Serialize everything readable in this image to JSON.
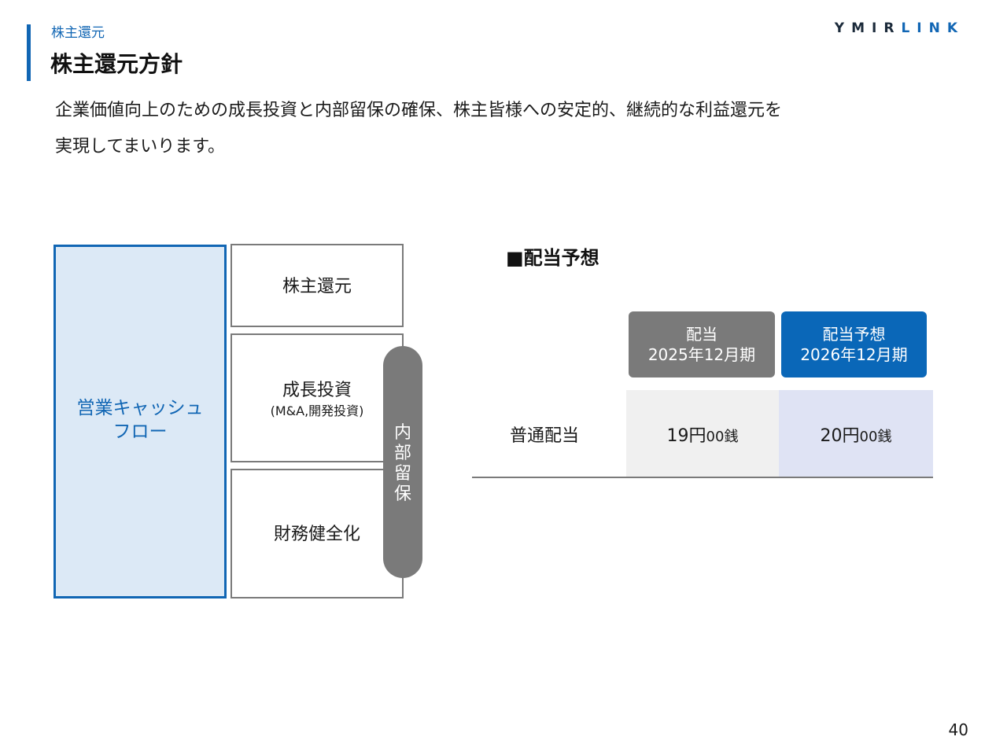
{
  "header": {
    "section": "株主還元",
    "title": "株主還元方針",
    "logo_a": "YMIR",
    "logo_b": "LINK"
  },
  "lead": {
    "line1": "企業価値向上のための成長投資と内部留保の確保、株主皆様への安定的、継続的な利益還元を",
    "line2": "実現してまいります。"
  },
  "diagram": {
    "cashflow_line1": "営業キャッシュ",
    "cashflow_line2": "フロー",
    "shareholder_return": "株主還元",
    "growth_investment": "成長投資",
    "growth_investment_sub": "(M&A,開発投資)",
    "financial_health": "財務健全化",
    "retained_earnings": "内部留保"
  },
  "dividend": {
    "title": "■配当予想",
    "col1_line1": "配当",
    "col1_line2": "2025年12月期",
    "col2_line1": "配当予想",
    "col2_line2": "2026年12月期",
    "row_label": "普通配当",
    "v1_main": "19円",
    "v1_sub": "00銭",
    "v2_main": "20円",
    "v2_sub": "00銭"
  },
  "colors": {
    "accent": "#1166b4",
    "gray": "#7a7a7a",
    "header_blue": "#0a67b8"
  },
  "page_number": "40"
}
